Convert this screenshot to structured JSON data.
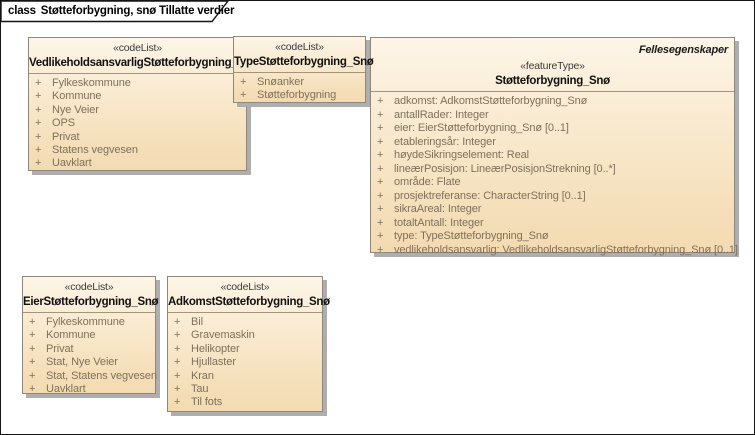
{
  "frame": {
    "keyword": "class",
    "title": "Støtteforbygning, snø Tillatte verdier"
  },
  "visibility_marker": "+",
  "boxes": {
    "vedlikeholdsansvarlig": {
      "stereotype": "«codeList»",
      "name": "VedlikeholdsansvarligStøtteforbygning_Snø",
      "items": [
        "Fylkeskommune",
        "Kommune",
        "Nye Veier",
        "OPS",
        "Privat",
        "Statens vegvesen",
        "Uavklart"
      ]
    },
    "type": {
      "stereotype": "«codeList»",
      "name": "TypeStøtteforbygning_Snø",
      "items": [
        "Snøanker",
        "Støtteforbygning"
      ]
    },
    "feature": {
      "annotation": "Fellesegenskaper",
      "stereotype": "«featureType»",
      "name": "Støtteforbygning_Snø",
      "attributes": [
        "adkomst: AdkomstStøtteforbygning_Snø",
        "antallRader: Integer",
        "eier: EierStøtteforbygning_Snø [0..1]",
        "etableringsår: Integer",
        "høydeSikringselement: Real",
        "lineærPosisjon: LineærPosisjonStrekning [0..*]",
        "område: Flate",
        "prosjektreferanse: CharacterString [0..1]",
        "sikraAreal: Integer",
        "totaltAntall: Integer",
        "type: TypeStøtteforbygning_Snø",
        "vedlikeholdsansvarlig: VedlikeholdsansvarligStøtteforbygning_Snø [0..1]"
      ]
    },
    "eier": {
      "stereotype": "«codeList»",
      "name": "EierStøtteforbygning_Snø",
      "items": [
        "Fylkeskommune",
        "Kommune",
        "Privat",
        "Stat, Nye Veier",
        "Stat, Statens vegvesen",
        "Uavklart"
      ]
    },
    "adkomst": {
      "stereotype": "«codeList»",
      "name": "AdkomstStøtteforbygning_Snø",
      "items": [
        "Bil",
        "Gravemaskin",
        "Helikopter",
        "Hjullaster",
        "Kran",
        "Tau",
        "Til fots"
      ]
    }
  },
  "colors": {
    "element_fill_top": "#fdf5e7",
    "element_fill_bottom": "#f3dab1",
    "element_border": "#8e887b",
    "element_shadow": "#aeaeae",
    "attribute_text": "#80705a",
    "frame_border": "#141414"
  }
}
